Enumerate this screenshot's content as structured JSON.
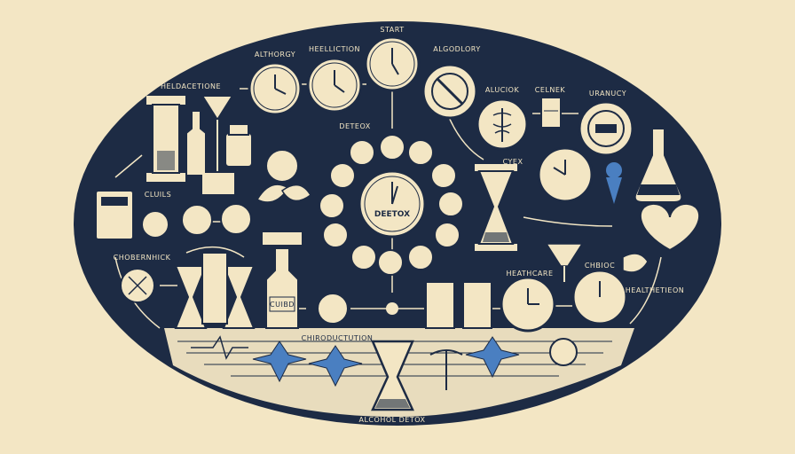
{
  "colors": {
    "background": "#f3e6c4",
    "ellipse": "#1d2b44",
    "ink": "#1d2b44",
    "cream": "#f3e6c4",
    "accent": "#4a7fc1"
  },
  "labels": {
    "start": "START",
    "top_left_1": "ALTHORGY",
    "top_left_2": "HEELLICTION",
    "top_right_1": "ALGODLORY",
    "left_top": "HELDACETIONE",
    "right_1": "ALUCIOK",
    "right_2": "CELNEK",
    "right_3": "URANUCY",
    "small_detox": "DETEOX",
    "center": "DEETOX",
    "cyex": "CYEX",
    "left_mid": "CLUILS",
    "left_lower": "CHOBERNHICK",
    "right_lower": "HEATHCARE",
    "right_lower_2": "CHBIOC",
    "right_far": "HEALTHETIEON",
    "bottom_mid": "CHIRODUCTUTION",
    "bottle_label": "CUIBD",
    "bottom_title": "ALCOHOL DETOX"
  }
}
